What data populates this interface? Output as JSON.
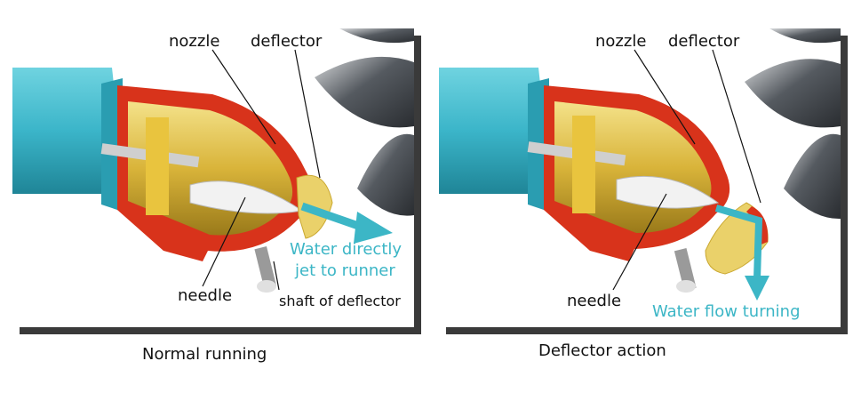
{
  "colors": {
    "pipe": "#3bb5c9",
    "nozzle_shell": "#d8331b",
    "needle_brass": "#d9b43a",
    "deflector": "#ead16a",
    "arrow": "#3cb6c6",
    "bucket": "#555a60"
  },
  "left": {
    "labels": {
      "nozzle": "nozzle",
      "deflector": "deflector",
      "needle": "needle",
      "shaft": "shaft of deflector",
      "flow_line1": "Water directly",
      "flow_line2": "jet to runner"
    },
    "caption": "Normal running"
  },
  "right": {
    "labels": {
      "nozzle": "nozzle",
      "deflector": "deflector",
      "needle": "needle",
      "flow": "Water flow turning"
    },
    "caption": "Deflector action"
  }
}
